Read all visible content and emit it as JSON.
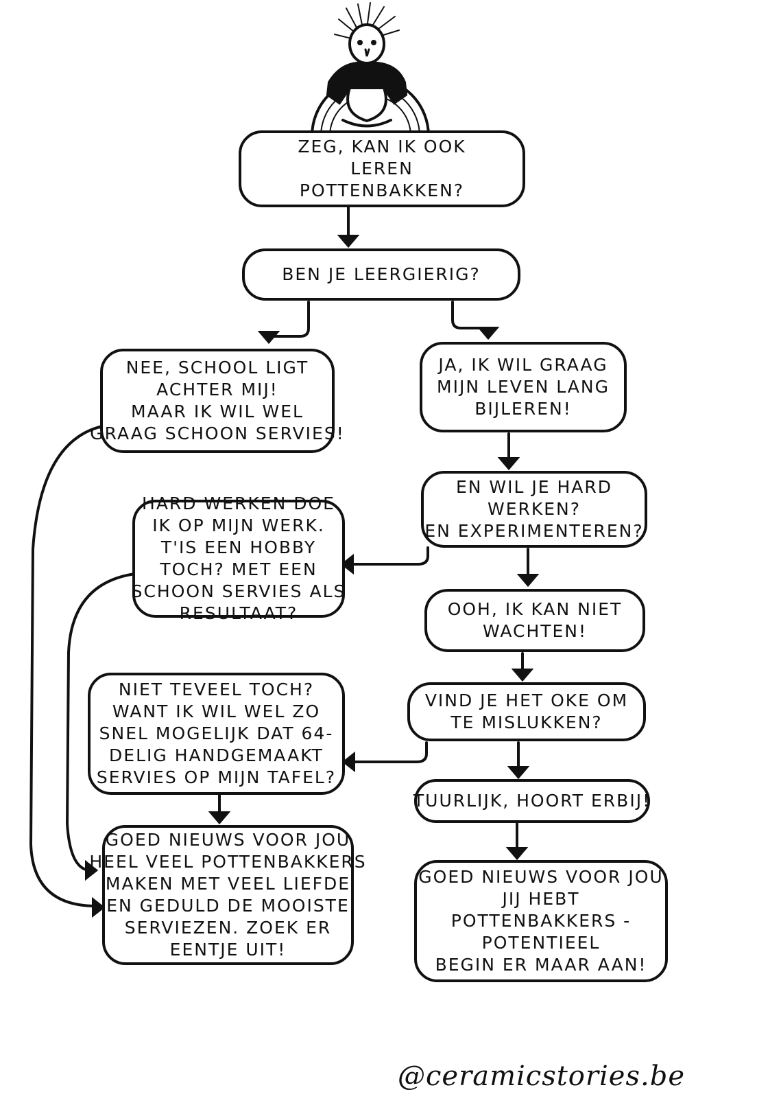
{
  "nodes": {
    "start": [
      "ZEG, KAN IK OOK",
      "LEREN",
      "POTTENBAKKEN?"
    ],
    "q1": [
      "BEN JE LEERGIERIG?"
    ],
    "no1": [
      "NEE, SCHOOL LIGT",
      "ACHTER MIJ!",
      "MAAR IK WIL WEL",
      "GRAAG SCHOON SERVIES!"
    ],
    "yes1": [
      "JA, IK WIL GRAAG",
      "MIJN LEVEN LANG",
      "BIJLEREN!"
    ],
    "q2": [
      "EN WIL JE HARD",
      "WERKEN?",
      "EN EXPERIMENTEREN?"
    ],
    "no2": [
      "HARD WERKEN DOE",
      "IK OP MIJN WERK.",
      "T'IS EEN HOBBY",
      "TOCH? MET EEN",
      "SCHOON SERVIES ALS",
      "RESULTAAT?"
    ],
    "yes2": [
      "OOH, IK KAN NIET",
      "WACHTEN!"
    ],
    "q3": [
      "VIND JE HET OKE OM",
      "TE MISLUKKEN?"
    ],
    "no3": [
      "NIET TEVEEL TOCH?",
      "WANT IK WIL WEL ZO",
      "SNEL MOGELIJK DAT 64-",
      "DELIG HANDGEMAAKT",
      "SERVIES OP MIJN TAFEL?"
    ],
    "yes3": [
      "TUURLIJK, HOORT ERBIJ!"
    ],
    "end_no": [
      "GOED NIEUWS VOOR JOU",
      "HEEL VEEL POTTENBAKKERS",
      "MAKEN MET VEEL LIEFDE",
      "EN GEDULD DE MOOISTE",
      "SERVIEZEN. ZOEK ER",
      "EENTJE UIT!"
    ],
    "end_yes": [
      "GOED NIEUWS VOOR JOU",
      "JIJ HEBT",
      "POTTENBAKKERS -",
      "POTENTIEEL",
      "BEGIN ER MAAR AAN!"
    ]
  },
  "credit": "@ceramicstories.be",
  "colors": {
    "ink": "#111111",
    "paper": "#ffffff"
  }
}
